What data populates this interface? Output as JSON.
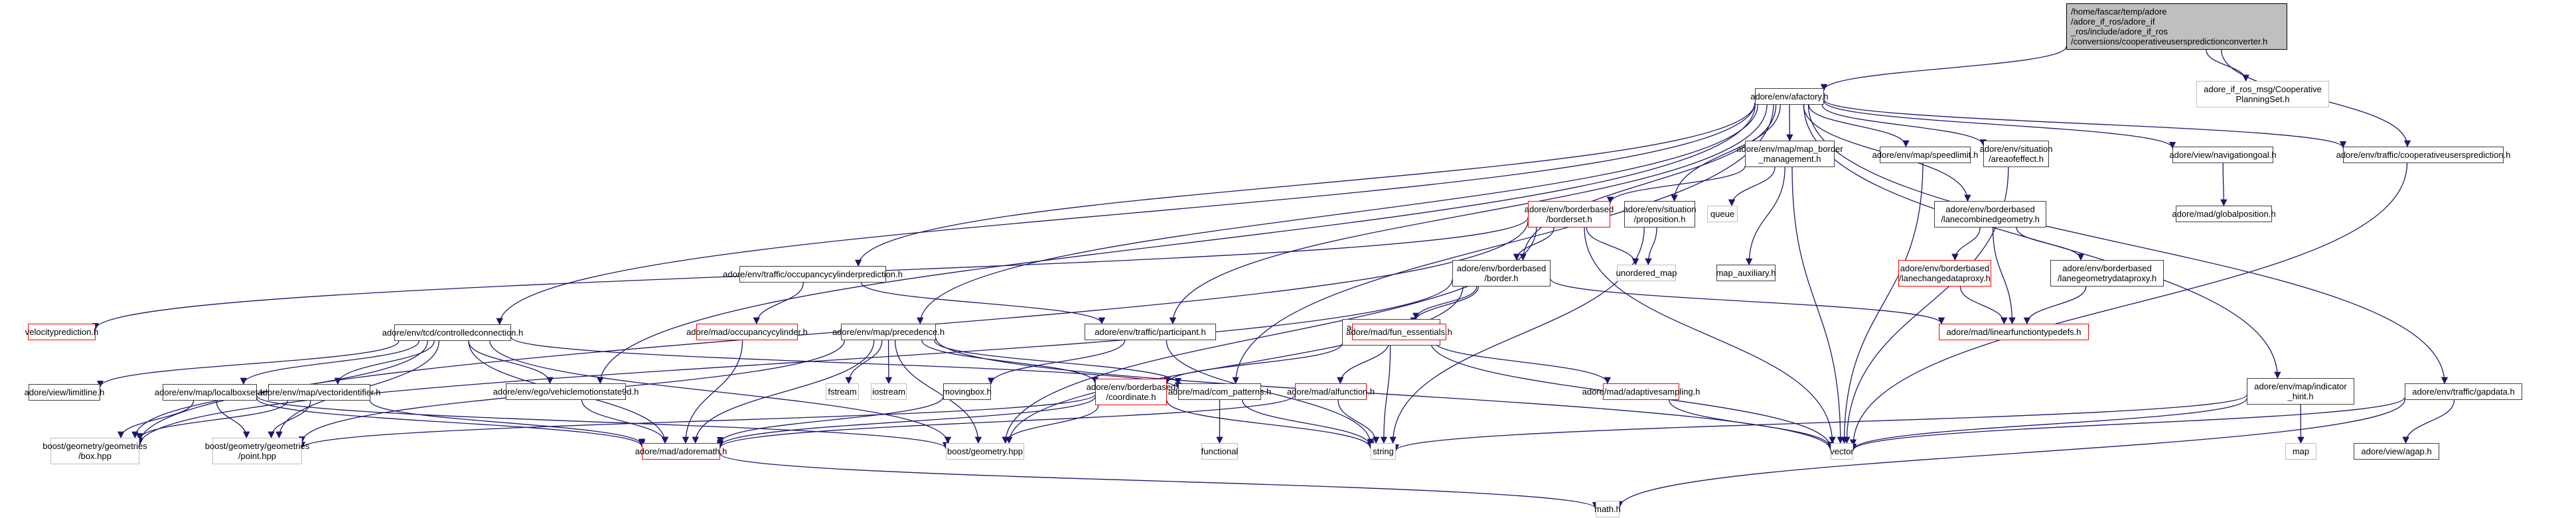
{
  "diagram": {
    "type": "include-dependency-graph",
    "edge_color": "#191970",
    "legend_colors": {
      "documented": "#404040",
      "undocumented": "#ff0000",
      "external": "#bfbfbf",
      "root_fill": "#bfbfbf"
    },
    "nodes": [
      {
        "id": "root",
        "kind": "root",
        "label": "/home/fascar/temp/adore\n/adore_if_ros/adore_if\n_ros/include/adore_if_ros\n/conversions/cooperativeuserspredictionconverter.h"
      },
      {
        "id": "afactory",
        "kind": "normal",
        "label": "adore/env/afactory.h"
      },
      {
        "id": "coopplan",
        "kind": "ext",
        "label": "adore_if_ros_msg/Cooperative\nPlanningSet.h"
      },
      {
        "id": "mapborder",
        "kind": "normal",
        "label": "adore/env/map/map_border\n_management.h"
      },
      {
        "id": "speedlimit",
        "kind": "normal",
        "label": "adore/env/map/speedlimit.h"
      },
      {
        "id": "areaofeffect",
        "kind": "normal",
        "label": "adore/env/situation\n/areaofeffect.h"
      },
      {
        "id": "navgoal",
        "kind": "normal",
        "label": "adore/view/navigationgoal.h"
      },
      {
        "id": "cooppred",
        "kind": "normal",
        "label": "adore/env/traffic/cooperativeusersprediction.h"
      },
      {
        "id": "borderset",
        "kind": "red",
        "label": "adore/env/borderbased\n/borderset.h"
      },
      {
        "id": "proposition",
        "kind": "normal",
        "label": "adore/env/situation\n/proposition.h"
      },
      {
        "id": "queue",
        "kind": "ext",
        "label": "queue"
      },
      {
        "id": "lanecombined",
        "kind": "normal",
        "label": "adore/env/borderbased\n/lanecombinedgeometry.h"
      },
      {
        "id": "globalpos",
        "kind": "normal",
        "label": "adore/mad/globalposition.h"
      },
      {
        "id": "occpred",
        "kind": "normal",
        "label": "adore/env/traffic/occupancycylinderprediction.h"
      },
      {
        "id": "border",
        "kind": "normal",
        "label": "adore/env/borderbased\n/border.h"
      },
      {
        "id": "unordered_map",
        "kind": "ext",
        "label": "unordered_map"
      },
      {
        "id": "map_aux",
        "kind": "normal",
        "label": "map_auxiliary.h"
      },
      {
        "id": "lanechange",
        "kind": "red",
        "label": "adore/env/borderbased\n/lanechangedataproxy.h"
      },
      {
        "id": "lanegeom",
        "kind": "normal",
        "label": "adore/env/borderbased\n/lanegeometrydataproxy.h"
      },
      {
        "id": "velpred",
        "kind": "red",
        "label": "velocityprediction.h"
      },
      {
        "id": "occcyl",
        "kind": "red",
        "label": "adore/mad/occupancycylinder.h"
      },
      {
        "id": "participant",
        "kind": "normal",
        "label": "adore/env/traffic/participant.h"
      },
      {
        "id": "borderid",
        "kind": "normal",
        "label": "adore/env/borderbased\n/borderid.h"
      },
      {
        "id": "funess",
        "kind": "red",
        "label": "adore/mad/fun_essentials.h"
      },
      {
        "id": "linfun",
        "kind": "red",
        "label": "adore/mad/linearfunctiontypedefs.h"
      },
      {
        "id": "controlled",
        "kind": "normal",
        "label": "adore/env/tcd/controlledconnection.h"
      },
      {
        "id": "precedence",
        "kind": "normal",
        "label": "adore/env/map/precedence.h"
      },
      {
        "id": "limitline",
        "kind": "normal",
        "label": "adore/view/limitline.h"
      },
      {
        "id": "localboxset",
        "kind": "normal",
        "label": "adore/env/map/localboxset.h"
      },
      {
        "id": "vectorid",
        "kind": "normal",
        "label": "adore/env/map/vectoridentifier.h"
      },
      {
        "id": "vms9d",
        "kind": "normal",
        "label": "adore/env/ego/vehiclemotionstate9d.h"
      },
      {
        "id": "fstream",
        "kind": "ext",
        "label": "fstream"
      },
      {
        "id": "iostream",
        "kind": "ext",
        "label": "iostream"
      },
      {
        "id": "movingbox",
        "kind": "normal",
        "label": "movingbox.h"
      },
      {
        "id": "coordinate",
        "kind": "red",
        "label": "adore/env/borderbased\n/coordinate.h"
      },
      {
        "id": "compat",
        "kind": "normal",
        "label": "adore/mad/com_patterns.h"
      },
      {
        "id": "alfunction",
        "kind": "red",
        "label": "adore/mad/alfunction.h"
      },
      {
        "id": "adaptive",
        "kind": "red",
        "label": "adore/mad/adaptivesampling.h"
      },
      {
        "id": "indicator",
        "kind": "normal",
        "label": "adore/env/map/indicator\n_hint.h"
      },
      {
        "id": "gapdata",
        "kind": "normal",
        "label": "adore/env/traffic/gapdata.h"
      },
      {
        "id": "boxhpp",
        "kind": "ext",
        "label": "boost/geometry/geometries\n/box.hpp"
      },
      {
        "id": "pointhpp",
        "kind": "ext",
        "label": "boost/geometry/geometries\n/point.hpp"
      },
      {
        "id": "adoremath",
        "kind": "red",
        "label": "adore/mad/adoremath.h"
      },
      {
        "id": "geomhpp",
        "kind": "ext",
        "label": "boost/geometry.hpp"
      },
      {
        "id": "functional",
        "kind": "ext",
        "label": "functional"
      },
      {
        "id": "string",
        "kind": "ext",
        "label": "string"
      },
      {
        "id": "vector",
        "kind": "ext",
        "label": "vector"
      },
      {
        "id": "map",
        "kind": "ext",
        "label": "map"
      },
      {
        "id": "agap",
        "kind": "normal",
        "label": "adore/view/agap.h"
      },
      {
        "id": "mathh",
        "kind": "ext",
        "label": "math.h"
      }
    ],
    "edges": [
      [
        "root",
        "afactory"
      ],
      [
        "root",
        "coopplan"
      ],
      [
        "root",
        "cooppred"
      ],
      [
        "afactory",
        "mapborder"
      ],
      [
        "afactory",
        "speedlimit"
      ],
      [
        "afactory",
        "areaofeffect"
      ],
      [
        "afactory",
        "navgoal"
      ],
      [
        "afactory",
        "cooppred"
      ],
      [
        "afactory",
        "proposition"
      ],
      [
        "afactory",
        "lanecombined"
      ],
      [
        "afactory",
        "occpred"
      ],
      [
        "afactory",
        "border"
      ],
      [
        "afactory",
        "participant"
      ],
      [
        "afactory",
        "controlled"
      ],
      [
        "afactory",
        "precedence"
      ],
      [
        "afactory",
        "vms9d"
      ],
      [
        "afactory",
        "compat"
      ],
      [
        "afactory",
        "indicator"
      ],
      [
        "afactory",
        "gapdata"
      ],
      [
        "mapborder",
        "borderset"
      ],
      [
        "mapborder",
        "queue"
      ],
      [
        "mapborder",
        "map_aux"
      ],
      [
        "mapborder",
        "vector"
      ],
      [
        "borderset",
        "border"
      ],
      [
        "borderset",
        "unordered_map"
      ],
      [
        "borderset",
        "boxhpp"
      ],
      [
        "borderset",
        "geomhpp"
      ],
      [
        "borderset",
        "vector"
      ],
      [
        "borderset",
        "velpred"
      ],
      [
        "proposition",
        "unordered_map"
      ],
      [
        "proposition",
        "string"
      ],
      [
        "speedlimit",
        "vector"
      ],
      [
        "areaofeffect",
        "vector"
      ],
      [
        "navgoal",
        "globalpos"
      ],
      [
        "cooppred",
        "vector"
      ],
      [
        "lanecombined",
        "lanechange"
      ],
      [
        "lanecombined",
        "lanegeom"
      ],
      [
        "lanecombined",
        "linfun"
      ],
      [
        "lanechange",
        "linfun"
      ],
      [
        "lanegeom",
        "linfun"
      ],
      [
        "border",
        "borderid"
      ],
      [
        "border",
        "funess"
      ],
      [
        "border",
        "linfun"
      ],
      [
        "border",
        "geomhpp"
      ],
      [
        "border",
        "boxhpp"
      ],
      [
        "borderid",
        "coordinate"
      ],
      [
        "borderid",
        "string"
      ],
      [
        "funess",
        "alfunction"
      ],
      [
        "funess",
        "adaptive"
      ],
      [
        "funess",
        "vector"
      ],
      [
        "alfunction",
        "string"
      ],
      [
        "alfunction",
        "adoremath"
      ],
      [
        "adaptive",
        "vector"
      ],
      [
        "occpred",
        "occcyl"
      ],
      [
        "occpred",
        "participant"
      ],
      [
        "occcyl",
        "adoremath"
      ],
      [
        "participant",
        "movingbox"
      ],
      [
        "participant",
        "string"
      ],
      [
        "movingbox",
        "adoremath"
      ],
      [
        "precedence",
        "fstream"
      ],
      [
        "precedence",
        "iostream"
      ],
      [
        "precedence",
        "geomhpp"
      ],
      [
        "precedence",
        "adoremath"
      ],
      [
        "precedence",
        "compat"
      ],
      [
        "precedence",
        "coordinate"
      ],
      [
        "precedence",
        "pointhpp"
      ],
      [
        "precedence",
        "vector"
      ],
      [
        "controlled",
        "limitline"
      ],
      [
        "controlled",
        "localboxset"
      ],
      [
        "controlled",
        "vectorid"
      ],
      [
        "controlled",
        "vms9d"
      ],
      [
        "controlled",
        "boxhpp"
      ],
      [
        "controlled",
        "pointhpp"
      ],
      [
        "controlled",
        "adoremath"
      ],
      [
        "controlled",
        "compat"
      ],
      [
        "controlled",
        "geomhpp"
      ],
      [
        "localboxset",
        "boxhpp"
      ],
      [
        "localboxset",
        "pointhpp"
      ],
      [
        "localboxset",
        "adoremath"
      ],
      [
        "localboxset",
        "geomhpp"
      ],
      [
        "vectorid",
        "boxhpp"
      ],
      [
        "vectorid",
        "pointhpp"
      ],
      [
        "vectorid",
        "adoremath"
      ],
      [
        "vms9d",
        "adoremath"
      ],
      [
        "coordinate",
        "adoremath"
      ],
      [
        "coordinate",
        "geomhpp"
      ],
      [
        "coordinate",
        "string"
      ],
      [
        "coordinate",
        "pointhpp"
      ],
      [
        "compat",
        "functional"
      ],
      [
        "compat",
        "string"
      ],
      [
        "adoremath",
        "mathh"
      ],
      [
        "indicator",
        "map"
      ],
      [
        "indicator",
        "vector"
      ],
      [
        "indicator",
        "string"
      ],
      [
        "gapdata",
        "agap"
      ],
      [
        "gapdata",
        "vector"
      ],
      [
        "gapdata",
        "mathh"
      ]
    ]
  }
}
